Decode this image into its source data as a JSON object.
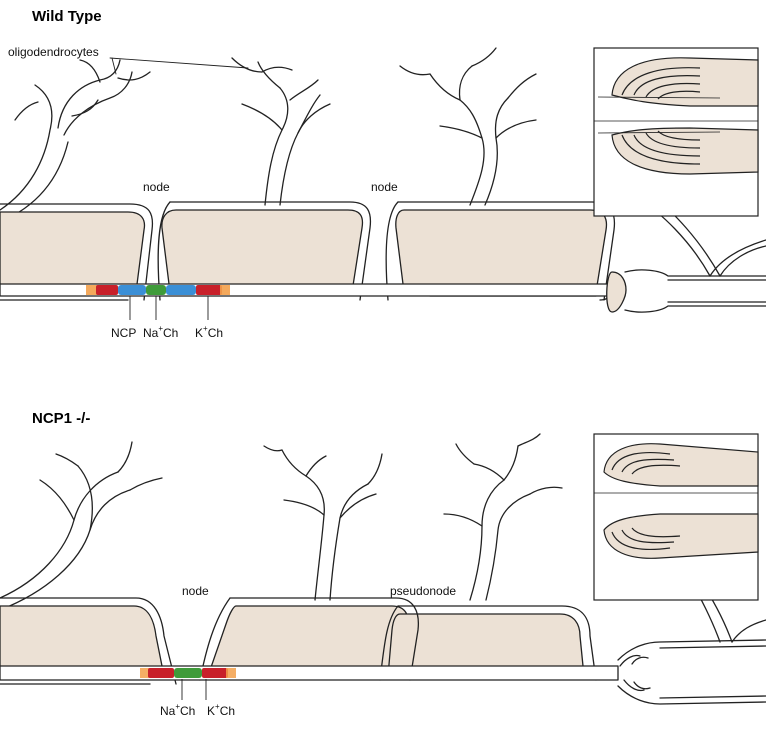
{
  "panels": {
    "wild_type": {
      "title": "Wild Type",
      "labels": {
        "oligodendrocytes": "oligodendrocytes",
        "node_1": "node",
        "node_2": "node",
        "ncp": "NCP",
        "na_channel": {
          "prefix": "Na",
          "sup": "+",
          "suffix": "Ch"
        },
        "k_channel": {
          "prefix": "K",
          "sup": "+",
          "suffix": "Ch"
        }
      }
    },
    "ncp1_knockout": {
      "title": "NCP1 -/-",
      "labels": {
        "node": "node",
        "pseudonode": "pseudonode",
        "na_channel": {
          "prefix": "Na",
          "sup": "+",
          "suffix": "Ch"
        },
        "k_channel": {
          "prefix": "K",
          "sup": "+",
          "suffix": "Ch"
        }
      }
    }
  },
  "colors": {
    "myelin_fill": "#ece1d5",
    "outline": "#222222",
    "k_channel": "#c8202a",
    "ncp": "#3b8fd6",
    "na_channel": "#3f9b3a",
    "k_glow": "#f3a04a"
  }
}
